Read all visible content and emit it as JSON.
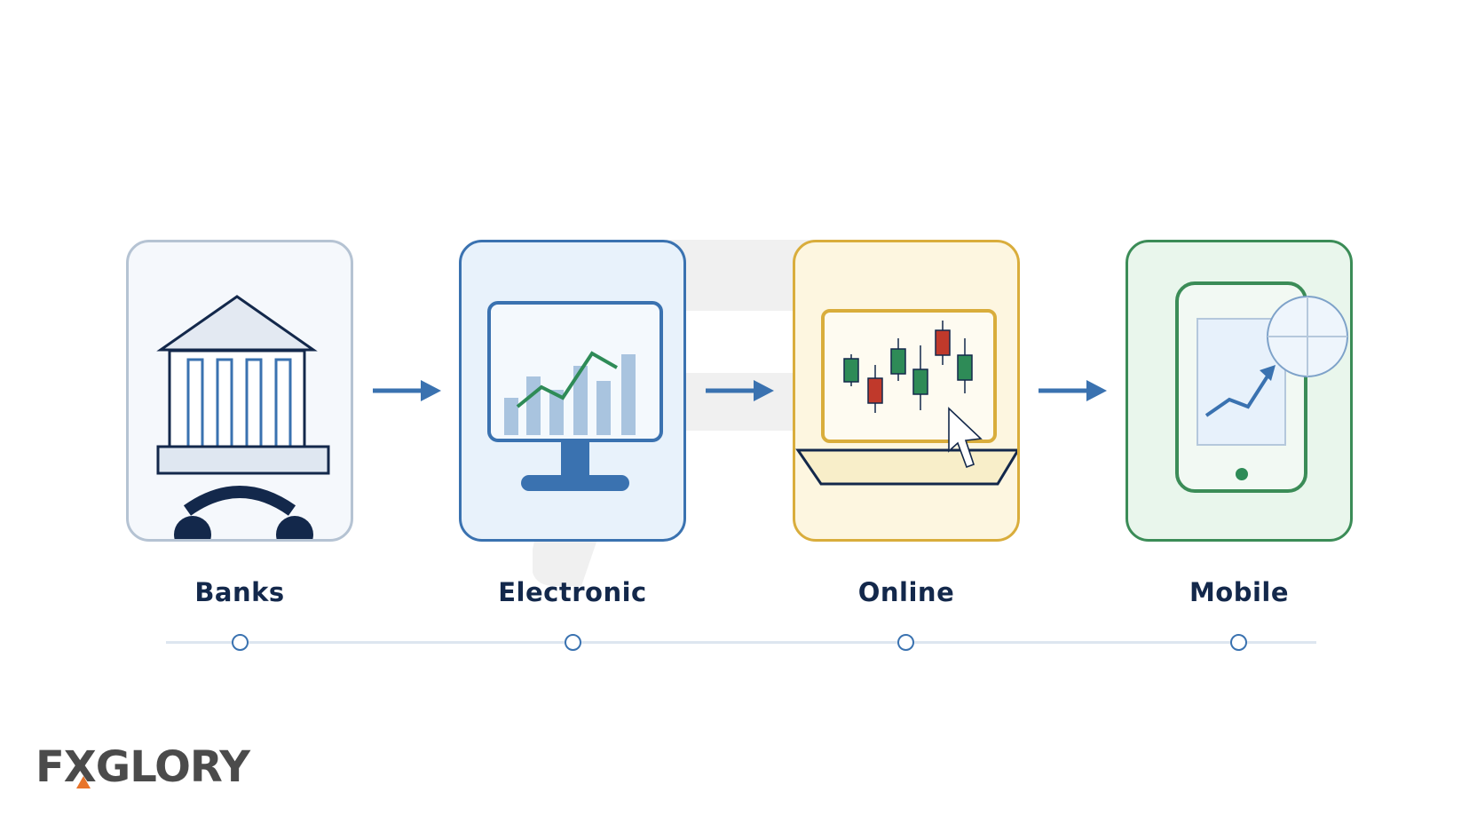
{
  "stages": [
    {
      "label": "Banks",
      "icon": "bank-icon",
      "accent": "#b5c3d3"
    },
    {
      "label": "Electronic",
      "icon": "desktop-chart-icon",
      "accent": "#3a72b0"
    },
    {
      "label": "Online",
      "icon": "laptop-candlestick-icon",
      "accent": "#d9ad3c"
    },
    {
      "label": "Mobile",
      "icon": "phone-trend-icon",
      "accent": "#3b8c57"
    }
  ],
  "logo": {
    "text": "FXGLORY",
    "accent": "#e8742a"
  },
  "colors": {
    "connector": "#3a72b0",
    "label": "#13284b",
    "timeline": "#dde6f0",
    "bull": "#2e8b57",
    "bear": "#c0392b"
  }
}
